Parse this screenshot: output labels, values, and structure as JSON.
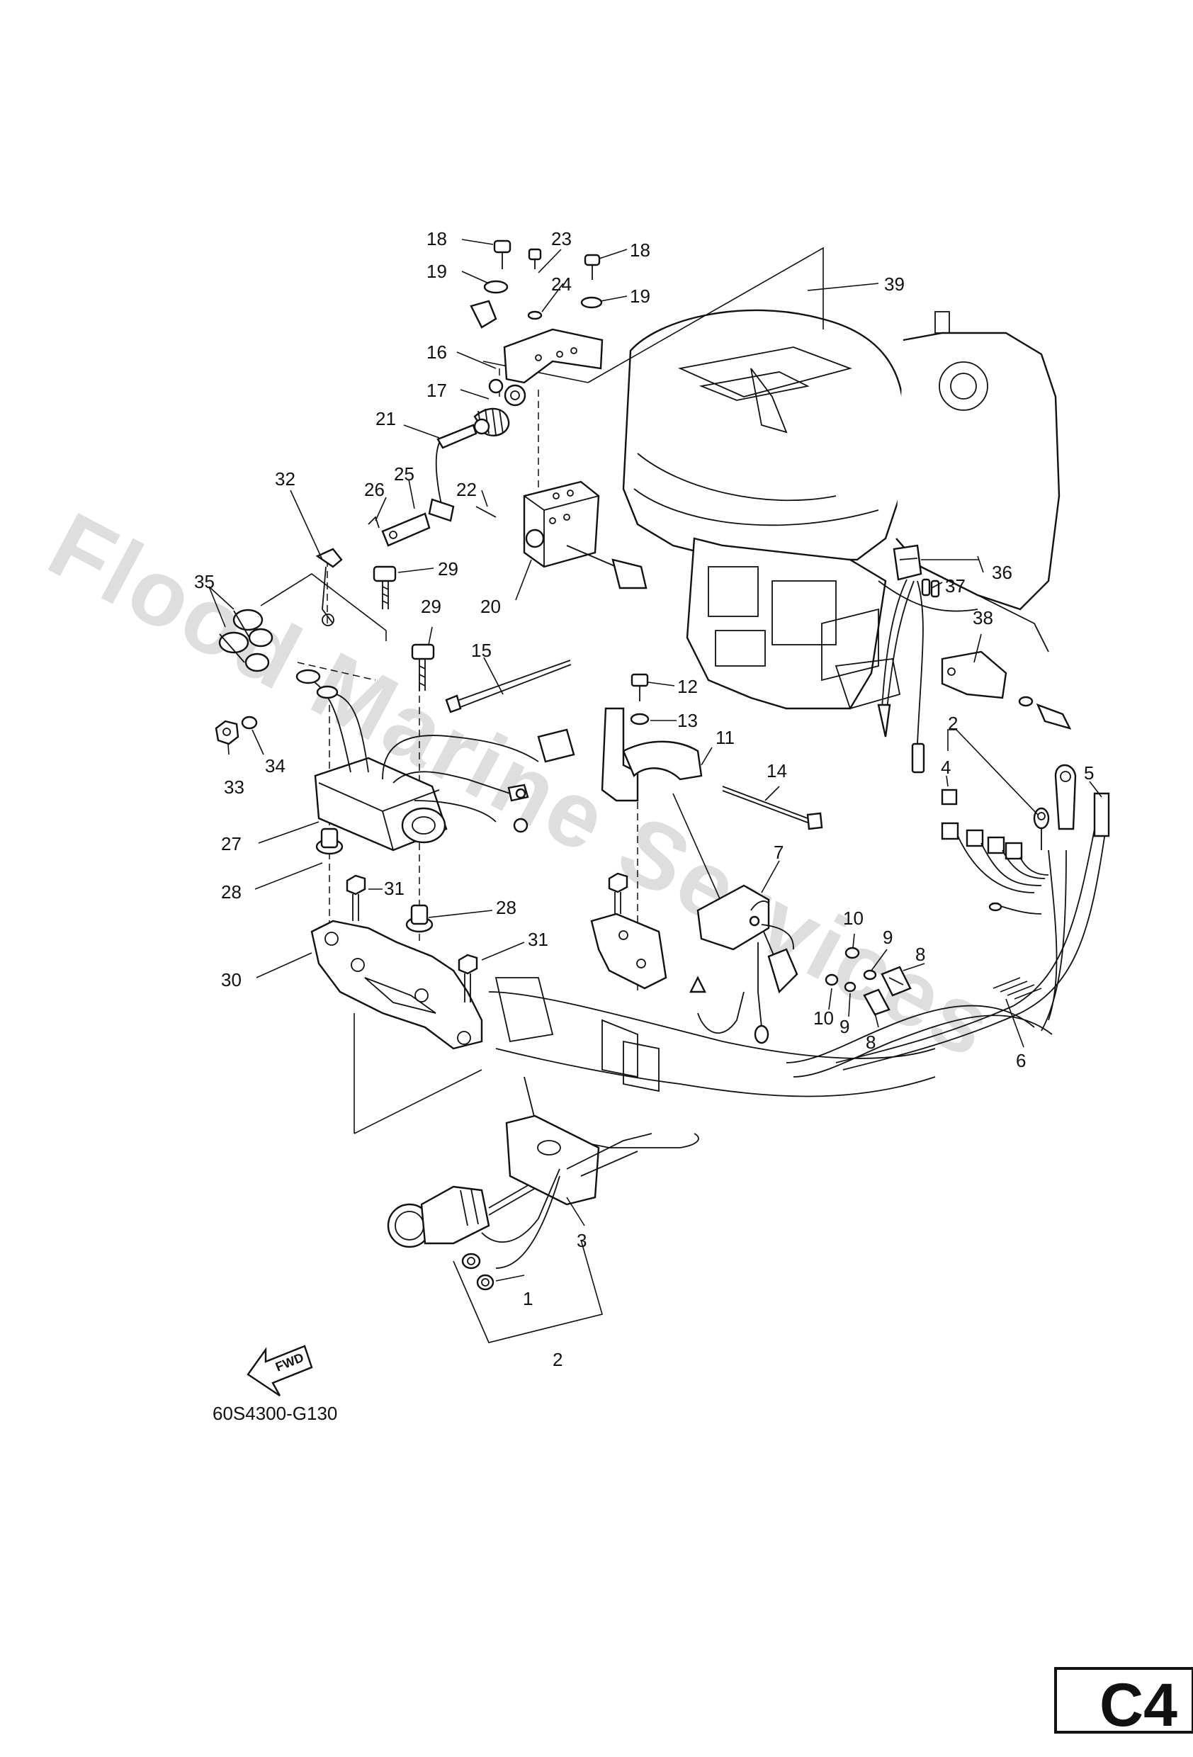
{
  "watermark": "Flood Marine Services",
  "drawing_code": "60S4300-G130",
  "page_code": "C4",
  "fwd_label": "FWD",
  "callouts": {
    "c18a": "18",
    "c23": "23",
    "c18b": "18",
    "c19a": "19",
    "c24": "24",
    "c19b": "19",
    "c39": "39",
    "c16": "16",
    "c17": "17",
    "c21": "21",
    "c32": "32",
    "c25": "25",
    "c26": "26",
    "c22": "22",
    "c35": "35",
    "c29a": "29",
    "c20": "20",
    "c36": "36",
    "c37": "37",
    "c29b": "29",
    "c38": "38",
    "c15": "15",
    "c12": "12",
    "c13": "13",
    "c11": "11",
    "c2a": "2",
    "c4": "4",
    "c5": "5",
    "c33": "33",
    "c34": "34",
    "c14": "14",
    "c27": "27",
    "c7": "7",
    "c31a": "31",
    "c28a": "28",
    "c28b": "28",
    "c10a": "10",
    "c9a": "9",
    "c8a": "8",
    "c31b": "31",
    "c30": "30",
    "c10b": "10",
    "c9b": "9",
    "c8b": "8",
    "c6": "6",
    "c3": "3",
    "c1": "1",
    "c2b": "2"
  }
}
